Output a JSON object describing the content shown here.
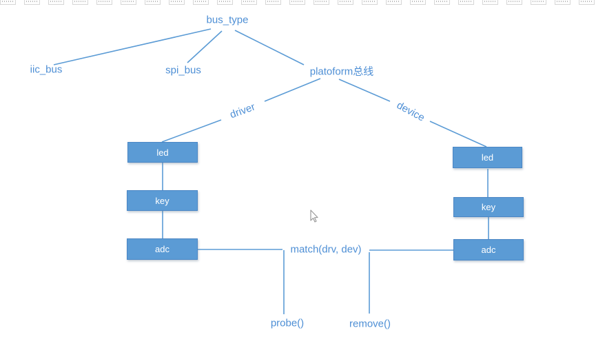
{
  "top_strip": {
    "cell_count": 26
  },
  "colors": {
    "box_fill": "#5B9BD5",
    "box_border": "#4A86C5",
    "line": "#5B9BD5",
    "label_text": "#4E8FD5",
    "box_text": "#FFFFFF"
  },
  "diagram": {
    "root_label": "bus_type",
    "bus_children": {
      "iic": "iic_bus",
      "spi": "spi_bus",
      "platform": "platoform总线"
    },
    "edge_labels": {
      "driver": "driver",
      "device": "device"
    },
    "driver_stack": [
      "led",
      "key",
      "adc"
    ],
    "device_stack": [
      "led",
      "key",
      "adc"
    ],
    "match_label": "match(drv, dev)",
    "probe_label": "probe()",
    "remove_label": "remove()"
  },
  "icons": {
    "cursor": "arrow-pointer"
  }
}
